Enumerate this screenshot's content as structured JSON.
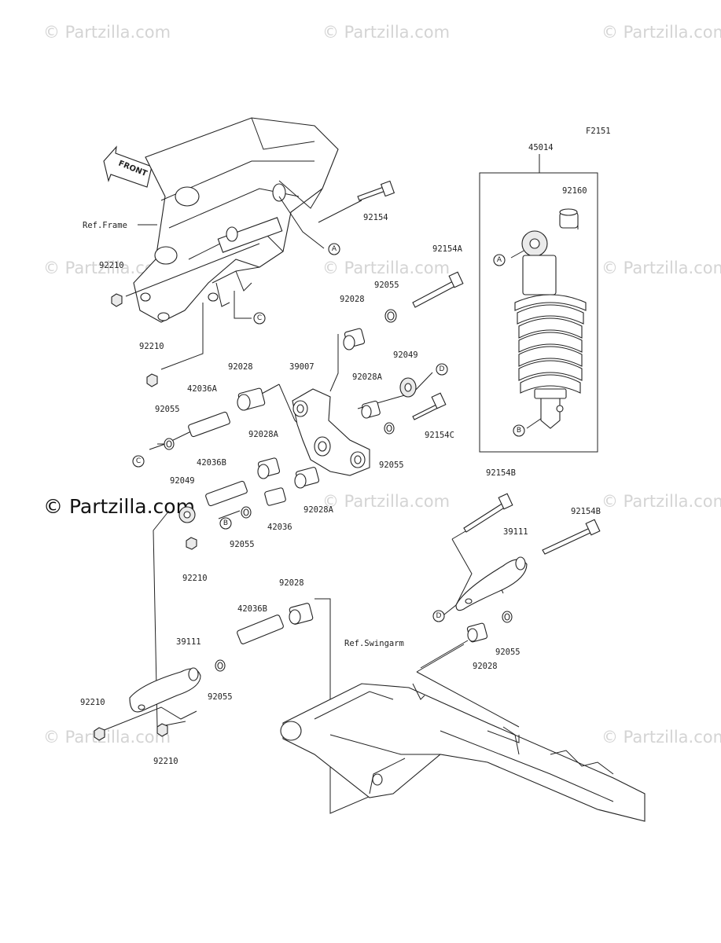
{
  "figure_code": "F2151",
  "watermark_text": "© Partzilla.com",
  "front_label": "FRONT",
  "ref_labels": {
    "frame": "Ref.Frame",
    "swingarm": "Ref.Swingarm"
  },
  "ref_markers": [
    "A",
    "B",
    "C",
    "D"
  ],
  "part_numbers": [
    "45014",
    "92160",
    "92154",
    "92154A",
    "92055",
    "92028",
    "92210",
    "92049",
    "39007",
    "92028A",
    "42036A",
    "92154C",
    "42036B",
    "42036",
    "92154B",
    "39111",
    "92055",
    "92028",
    "92210",
    "92055",
    "92028",
    "92028",
    "92055",
    "92055",
    "92210",
    "92210",
    "92210",
    "92028A",
    "92028A",
    "42036B",
    "92154B",
    "39111"
  ]
}
